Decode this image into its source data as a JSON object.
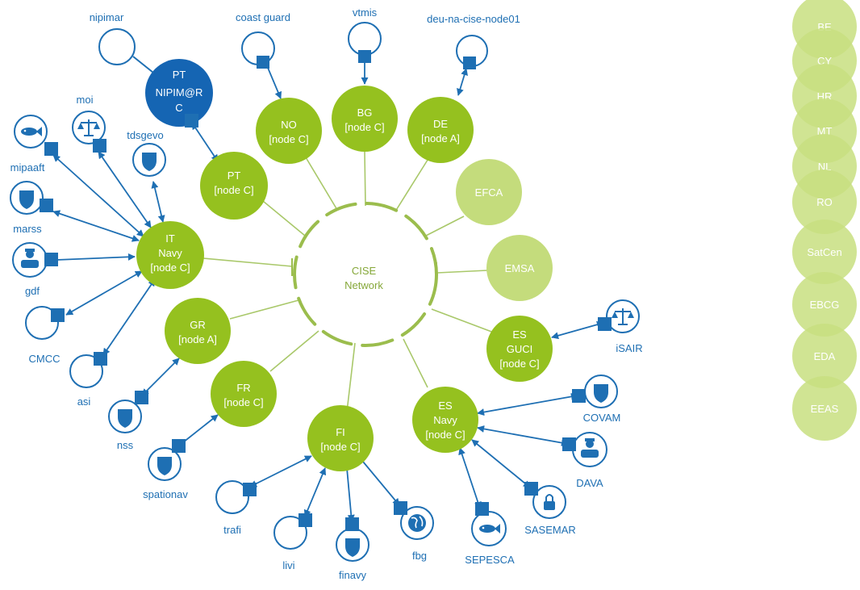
{
  "hub": {
    "line1": "CISE",
    "line2": "Network"
  },
  "nodes": {
    "pt": {
      "lines": [
        "PT",
        "[node C]"
      ]
    },
    "no": {
      "lines": [
        "NO",
        "[node C]"
      ]
    },
    "bg": {
      "lines": [
        "BG",
        "[node C]"
      ]
    },
    "de": {
      "lines": [
        "DE",
        "[node A]"
      ]
    },
    "efca": {
      "lines": [
        "EFCA"
      ]
    },
    "emsa": {
      "lines": [
        "EMSA"
      ]
    },
    "es_guci": {
      "lines": [
        "ES",
        "GUCI",
        "[node C]"
      ]
    },
    "es_navy": {
      "lines": [
        "ES",
        "Navy",
        "[node C]"
      ]
    },
    "fi": {
      "lines": [
        "FI",
        "[node C]"
      ]
    },
    "fr": {
      "lines": [
        "FR",
        "[node C]"
      ]
    },
    "gr": {
      "lines": [
        "GR",
        "[node A]"
      ]
    },
    "it": {
      "lines": [
        "IT",
        "Navy",
        "[node C]"
      ]
    },
    "pt_nipim": {
      "lines": [
        "PT",
        "NIPIM@R",
        "C"
      ]
    }
  },
  "services": {
    "nipimar": "nipimar",
    "coast_guard": "coast guard",
    "vtmis": "vtmis",
    "deu_node": "deu-na-cise-node01",
    "moi": "moi",
    "tdsgevo": "tdsgevo",
    "mipaaft": "mipaaft",
    "marss": "marss",
    "gdf": "gdf",
    "cmcc": "CMCC",
    "asi": "asi",
    "nss": "nss",
    "spationav": "spationav",
    "trafi": "trafi",
    "livi": "livi",
    "finavy": "finavy",
    "fbg": "fbg",
    "sepesca": "SEPESCA",
    "sasemar": "SASEMAR",
    "dava": "DAVA",
    "covam": "COVAM",
    "isair": "iSAIR"
  },
  "members": [
    "BE",
    "CY",
    "HR",
    "MT",
    "NL",
    "RO",
    "SatCen",
    "EBCG",
    "EDA",
    "EEAS"
  ],
  "colors": {
    "node_green": "#95c11f",
    "node_pale": "#c4dc7c",
    "link_blue": "#1e6fb3",
    "ring_green": "#9bbd4d"
  }
}
